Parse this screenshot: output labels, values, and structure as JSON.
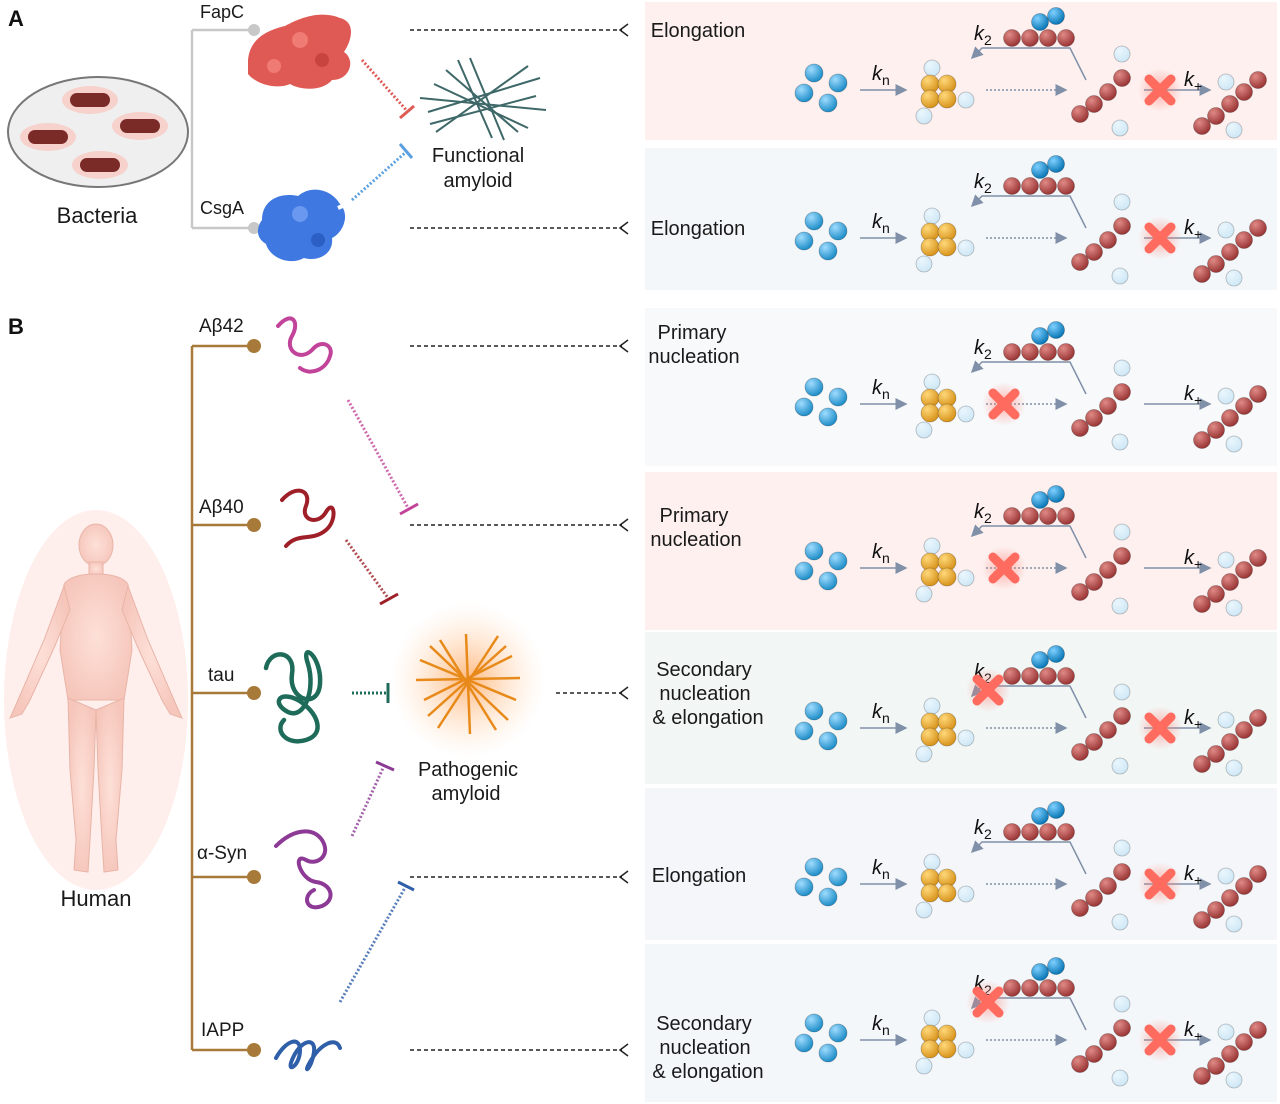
{
  "panel_a": {
    "letter": "A",
    "organism": "Bacteria",
    "inhibitors": [
      "FapC",
      "CsgA"
    ],
    "target": [
      "Functional",
      "amyloid"
    ],
    "rows": [
      {
        "mechanism": [
          "Elongation"
        ],
        "blocked": [
          "k+"
        ]
      },
      {
        "mechanism": [
          "Elongation"
        ],
        "blocked": [
          "k+"
        ]
      }
    ]
  },
  "panel_b": {
    "letter": "B",
    "organism": "Human",
    "inhibitors": [
      "Aβ42",
      "Aβ40",
      "tau",
      "α-Syn",
      "IAPP"
    ],
    "target": [
      "Pathogenic",
      "amyloid"
    ],
    "rows": [
      {
        "mechanism": [
          "Primary",
          "nucleation"
        ],
        "blocked": [
          "kn"
        ]
      },
      {
        "mechanism": [
          "Primary",
          "nucleation"
        ],
        "blocked": [
          "kn"
        ]
      },
      {
        "mechanism": [
          "Secondary",
          "nucleation",
          "& elongation"
        ],
        "blocked": [
          "k2",
          "k+"
        ]
      },
      {
        "mechanism": [
          "Elongation"
        ],
        "blocked": [
          "k+"
        ]
      },
      {
        "mechanism": [
          "Secondary",
          "nucleation",
          "& elongation"
        ],
        "blocked": [
          "k2",
          "k+"
        ]
      }
    ]
  },
  "rate_labels": {
    "kn_main": "k",
    "kn_sub": "n",
    "k2_main": "k",
    "k2_sub": "2",
    "kplus_main": "k",
    "kplus_sub": "+"
  },
  "colors": {
    "monomer": "#3aa3d6",
    "oligomer": "#e0a030",
    "fibril": "#b04848",
    "fapc": "#e05a55",
    "csga": "#3f78e0",
    "abeta42": "#c2449a",
    "abeta40": "#9e1f28",
    "tau": "#1f6b5a",
    "asyn": "#8c3a96",
    "iapp": "#2f5fa8",
    "tree_b": "#a87a3a",
    "cross": "#ff6b5e"
  }
}
